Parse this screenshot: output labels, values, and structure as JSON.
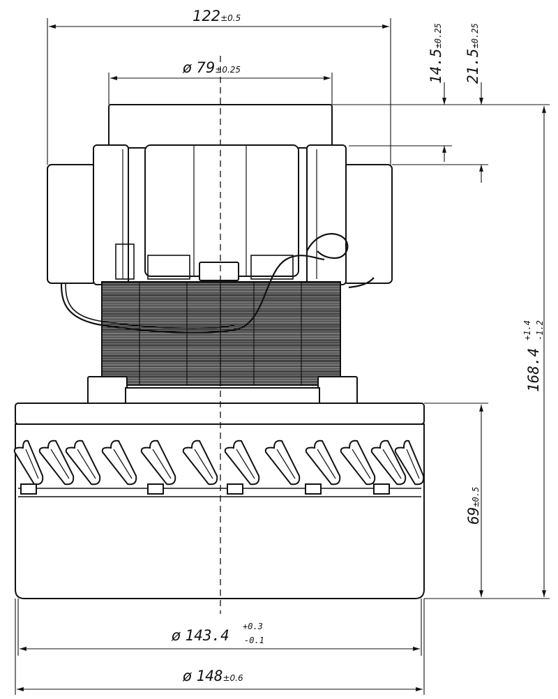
{
  "dimensions": {
    "top_width": {
      "value": "122",
      "tolerance": "±0.5"
    },
    "top_diameter": {
      "prefix": "ø",
      "value": "79",
      "tolerance": "±0.25"
    },
    "height_14": {
      "value": "14.5",
      "tolerance": "±0.25"
    },
    "height_21": {
      "value": "21.5",
      "tolerance": "±0.25"
    },
    "total_height": {
      "value": "168.4",
      "tol_plus": "+1.4",
      "tol_minus": "-1.2"
    },
    "fan_height": {
      "value": "69",
      "tolerance": "±0.5"
    },
    "fan_diameter": {
      "prefix": "ø",
      "value": "143.4",
      "tol_plus": "+0.3",
      "tol_minus": "-0.1"
    },
    "outer_diameter": {
      "prefix": "ø",
      "value": "148",
      "tolerance": "±0.6"
    }
  }
}
